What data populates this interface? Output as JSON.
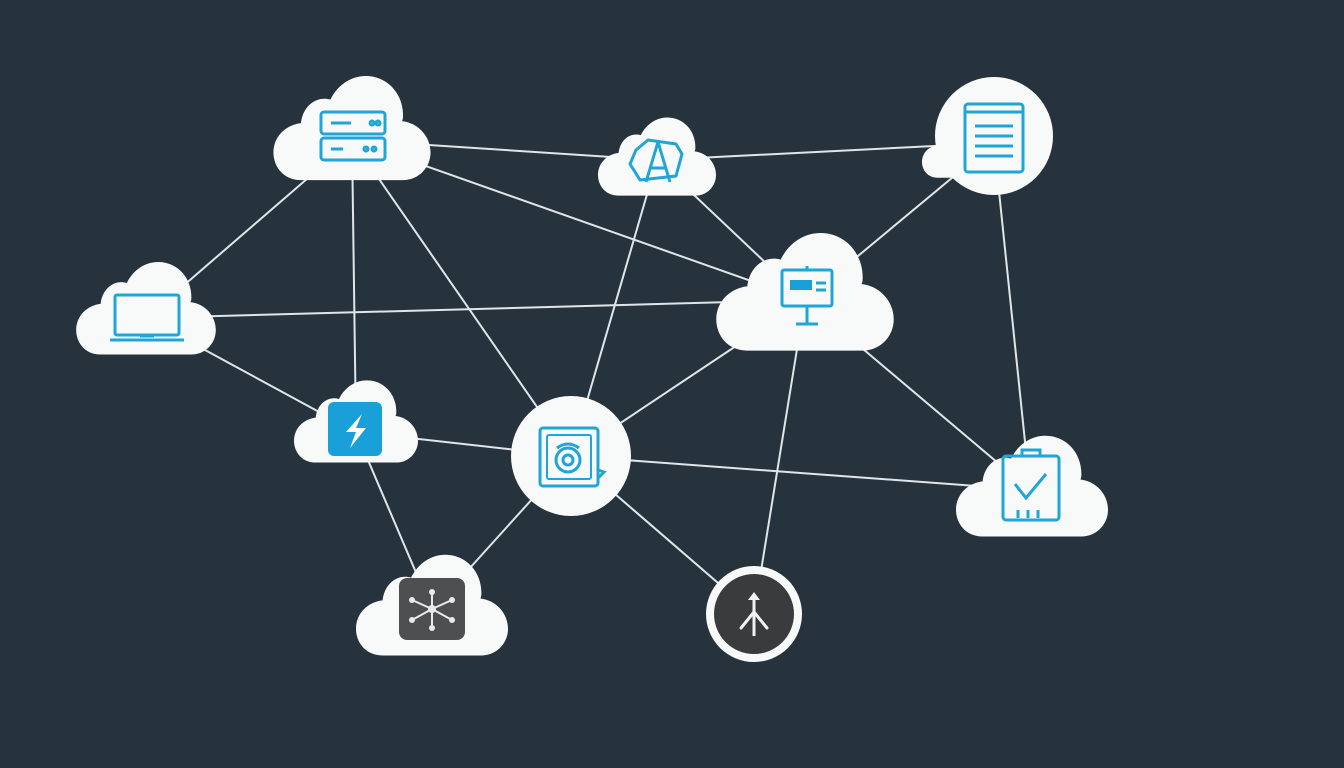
{
  "palette": {
    "background": "#27333c",
    "cloud": "#f8f9f9",
    "link": "#dfe6ea",
    "accent": "#1fa6d6",
    "accent_fill": "#1aa0d8",
    "dark_tile": "#4e4f51",
    "dark_disc": "#3a3b3d"
  },
  "nodes": [
    {
      "id": "server",
      "icon": "server-rack-icon",
      "shape": "cloud"
    },
    {
      "id": "api",
      "icon": "letter-a-badge-icon",
      "shape": "cloud"
    },
    {
      "id": "document",
      "icon": "document-icon",
      "shape": "circle"
    },
    {
      "id": "laptop",
      "icon": "laptop-icon",
      "shape": "cloud"
    },
    {
      "id": "gateway",
      "icon": "network-adapter-icon",
      "shape": "cloud"
    },
    {
      "id": "bolt",
      "icon": "lightning-bolt-icon",
      "shape": "cloud"
    },
    {
      "id": "hub",
      "icon": "target-panel-icon",
      "shape": "circle"
    },
    {
      "id": "tablet",
      "icon": "tablet-check-icon",
      "shape": "cloud"
    },
    {
      "id": "graph",
      "icon": "node-graph-icon",
      "shape": "cloud"
    },
    {
      "id": "fork",
      "icon": "fork-arrow-icon",
      "shape": "circle"
    }
  ],
  "links": [
    [
      "server",
      "api"
    ],
    [
      "api",
      "document"
    ],
    [
      "server",
      "laptop"
    ],
    [
      "server",
      "bolt"
    ],
    [
      "server",
      "hub"
    ],
    [
      "server",
      "gateway"
    ],
    [
      "laptop",
      "gateway"
    ],
    [
      "laptop",
      "bolt"
    ],
    [
      "api",
      "gateway"
    ],
    [
      "api",
      "hub"
    ],
    [
      "document",
      "gateway"
    ],
    [
      "document",
      "tablet"
    ],
    [
      "gateway",
      "hub"
    ],
    [
      "gateway",
      "fork"
    ],
    [
      "gateway",
      "tablet"
    ],
    [
      "bolt",
      "hub"
    ],
    [
      "bolt",
      "graph"
    ],
    [
      "hub",
      "graph"
    ],
    [
      "hub",
      "fork"
    ],
    [
      "hub",
      "tablet"
    ]
  ]
}
